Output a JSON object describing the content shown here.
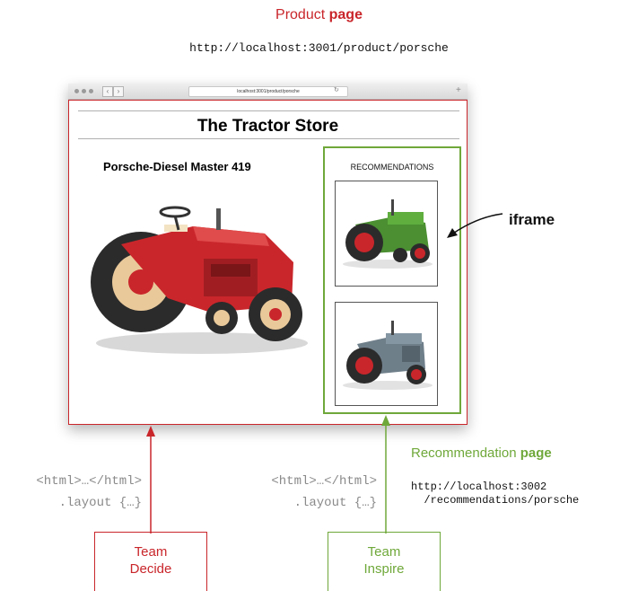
{
  "header": {
    "title_prefix": "Product ",
    "title_bold": "page",
    "url": "http://localhost:3001/product/porsche"
  },
  "browser": {
    "address": "localhost:3001/product/porsche",
    "store_title": "The Tractor Store",
    "product_name": "Porsche-Diesel Master 419"
  },
  "recommendations": {
    "title": "RECOMMENDATIONS"
  },
  "annotations": {
    "iframe_label": "iframe",
    "code_left_line1": "<html>…</html>",
    "code_left_line2": ".layout {…}",
    "code_right_line1": "<html>…</html>",
    "code_right_line2": ".layout {…}"
  },
  "recommendation_page": {
    "title_prefix": "Recommendation ",
    "title_bold": "page",
    "url_line1": "http://localhost:3002",
    "url_line2": "  /recommendations/porsche"
  },
  "teams": {
    "decide_line1": "Team",
    "decide_line2": "Decide",
    "inspire_line1": "Team",
    "inspire_line2": "Inspire"
  },
  "colors": {
    "decide_red": "#c9262b",
    "inspire_green": "#6fa83a"
  }
}
